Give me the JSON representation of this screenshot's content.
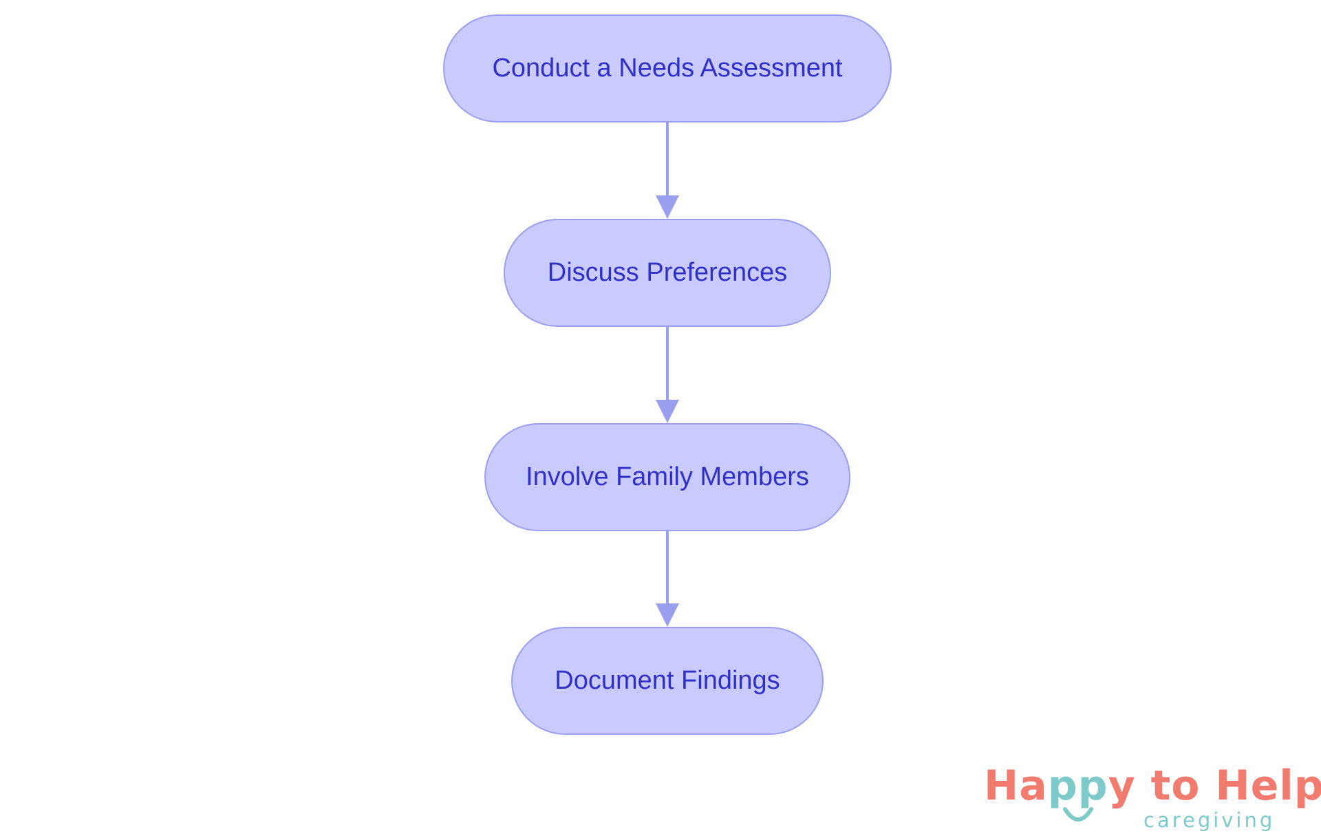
{
  "diagram": {
    "nodes": [
      {
        "id": "n1",
        "label": "Conduct a Needs Assessment"
      },
      {
        "id": "n2",
        "label": "Discuss Preferences"
      },
      {
        "id": "n3",
        "label": "Involve Family Members"
      },
      {
        "id": "n4",
        "label": "Document Findings"
      }
    ],
    "edges": [
      {
        "from": "n1",
        "to": "n2"
      },
      {
        "from": "n2",
        "to": "n3"
      },
      {
        "from": "n3",
        "to": "n4"
      }
    ]
  },
  "logo": {
    "prefix": "Ha",
    "highlight": "pp",
    "suffix": "y to Help",
    "subtitle": "caregiving"
  },
  "colors": {
    "node_fill": "#c9cafd",
    "node_border": "#9b9fef",
    "node_text": "#3030c8",
    "arrow": "#9b9fef",
    "logo_coral": "#f07b6e",
    "logo_teal": "#7ec9c9"
  }
}
